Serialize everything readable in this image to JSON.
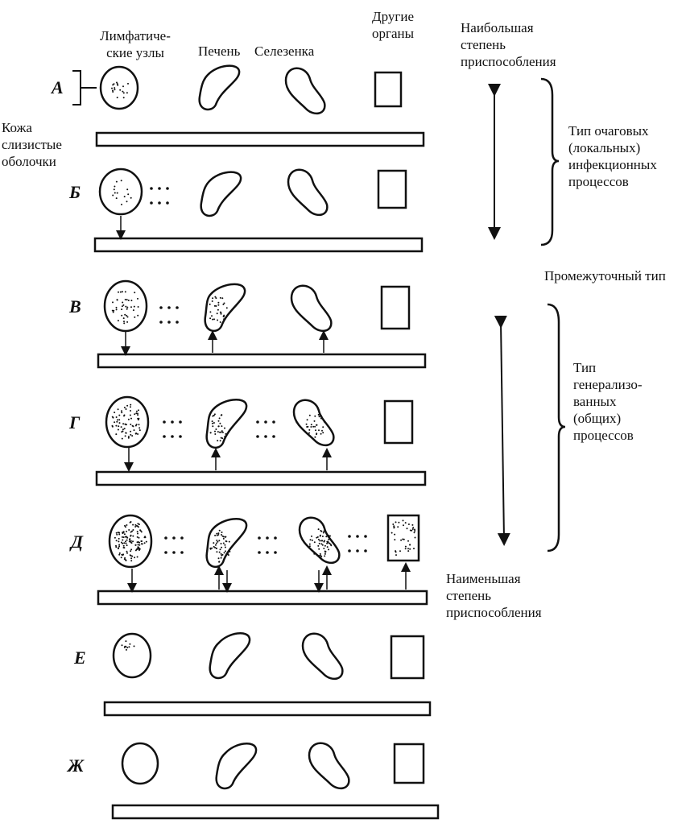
{
  "headers": {
    "lymph_nodes": "Лимфатиче-\nские узлы",
    "liver": "Печень",
    "spleen": "Селезенка",
    "other_organs": "Другие\nорганы"
  },
  "side_label": "Кожа\nслизистые\nоболочки",
  "rows": [
    {
      "label": "А"
    },
    {
      "label": "Б"
    },
    {
      "label": "В"
    },
    {
      "label": "Г"
    },
    {
      "label": "Д"
    },
    {
      "label": "Е"
    },
    {
      "label": "Ж"
    }
  ],
  "right_panel": {
    "top_label": "Наибольшая\nстепень\nприспособления",
    "focal_type": "Тип очаговых\n(локальных)\nинфекционных\nпроцессов",
    "intermediate_type": "Промежуточный тип",
    "generalized_type": "Тип\nгенерализо-\nванных\n(общих)\nпроцессов",
    "bottom_label": "Наименьшая\nстепень\nприспособления"
  }
}
